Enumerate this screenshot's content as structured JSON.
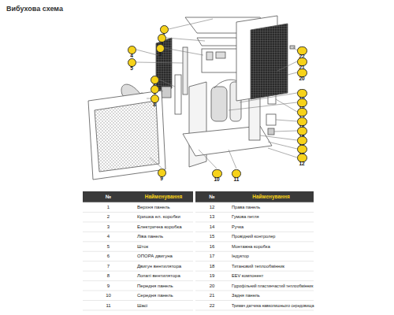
{
  "diagram": {
    "title": "Вибухова схема",
    "nodes": [
      {
        "text": [
          "1"
        ]
      },
      {
        "text": [
          "2"
        ]
      },
      {
        "text": [
          "3"
        ]
      },
      {
        "text": [
          "4"
        ]
      },
      {
        "text": [
          "5"
        ]
      },
      {
        "text": [
          "6"
        ]
      },
      {
        "text": [
          "7"
        ]
      },
      {
        "text": [
          "8"
        ]
      },
      {
        "text": [
          "9"
        ]
      },
      {
        "text": [
          "10"
        ]
      },
      {
        "text": [
          "11"
        ]
      },
      {
        "text": [
          "22"
        ]
      },
      {
        "text": [
          "21"
        ]
      },
      {
        "text": [
          "20"
        ]
      },
      {
        "text": [
          "19"
        ]
      },
      {
        "text": [
          "18"
        ]
      },
      {
        "text": [
          "17"
        ]
      },
      {
        "text": [
          "16"
        ]
      },
      {
        "text": [
          "15"
        ]
      },
      {
        "text": [
          "14"
        ]
      },
      {
        "text": [
          "13"
        ]
      },
      {
        "text": [
          "12"
        ]
      }
    ],
    "labels": [
      "№",
      "Найменування",
      "№",
      "Найменування",
      "1",
      "Верхня панель",
      "12",
      "Права панель",
      "2",
      "Кришка ел. коробки",
      "13",
      "Гумова петля",
      "3",
      "Електрична коробка",
      "14",
      "Ручка",
      "4",
      "Ліва панель",
      "15",
      "Провідний контролер",
      "5",
      "Шток",
      "16",
      "Монтажна коробка",
      "6",
      "ОПОРА двигуна",
      "17",
      "Індуктор",
      "7",
      "Двигун вентилятора",
      "18",
      "Титановий теплообмінник",
      "8",
      "Лопаті вентилятора",
      "19",
      "EEV компонент",
      "9",
      "Передня панель",
      "20",
      "Гідрофільний пластинчастий теплообмінник",
      "10",
      "Середня панель",
      "21",
      "Задня панель",
      "11",
      "Шасі",
      "22",
      "Тримач датчика навколишнього середовища"
    ]
  }
}
